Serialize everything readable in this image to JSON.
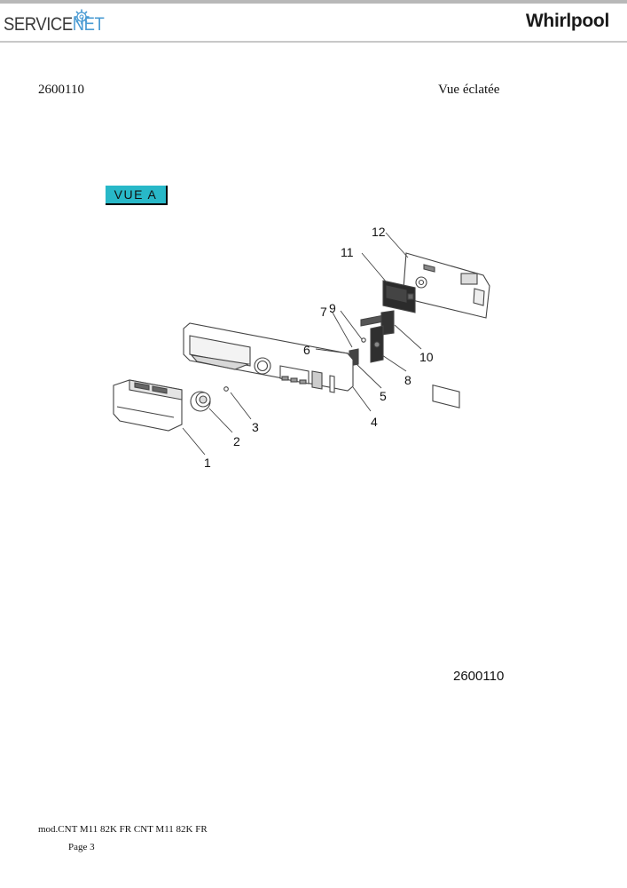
{
  "header": {
    "logo_left_main": "SERVICE",
    "logo_left_accent": "NET",
    "logo_right": "Whirlpool"
  },
  "doc": {
    "number": "2600110",
    "view_title": "Vue éclatée",
    "view_label": "VUE A",
    "number_bottom": "2600110",
    "model": "mod.CNT M11 82K FR CNT M11 82K FR",
    "page": "Page 3"
  },
  "callouts": {
    "c1": "1",
    "c2": "2",
    "c3": "3",
    "c4": "4",
    "c5": "5",
    "c6": "6",
    "c7": "7",
    "c8": "8",
    "c9": "9",
    "c10": "10",
    "c11": "11",
    "c12": "12"
  },
  "colors": {
    "label_bg": "#28b8c8",
    "logo_accent": "#4a9bd3"
  }
}
